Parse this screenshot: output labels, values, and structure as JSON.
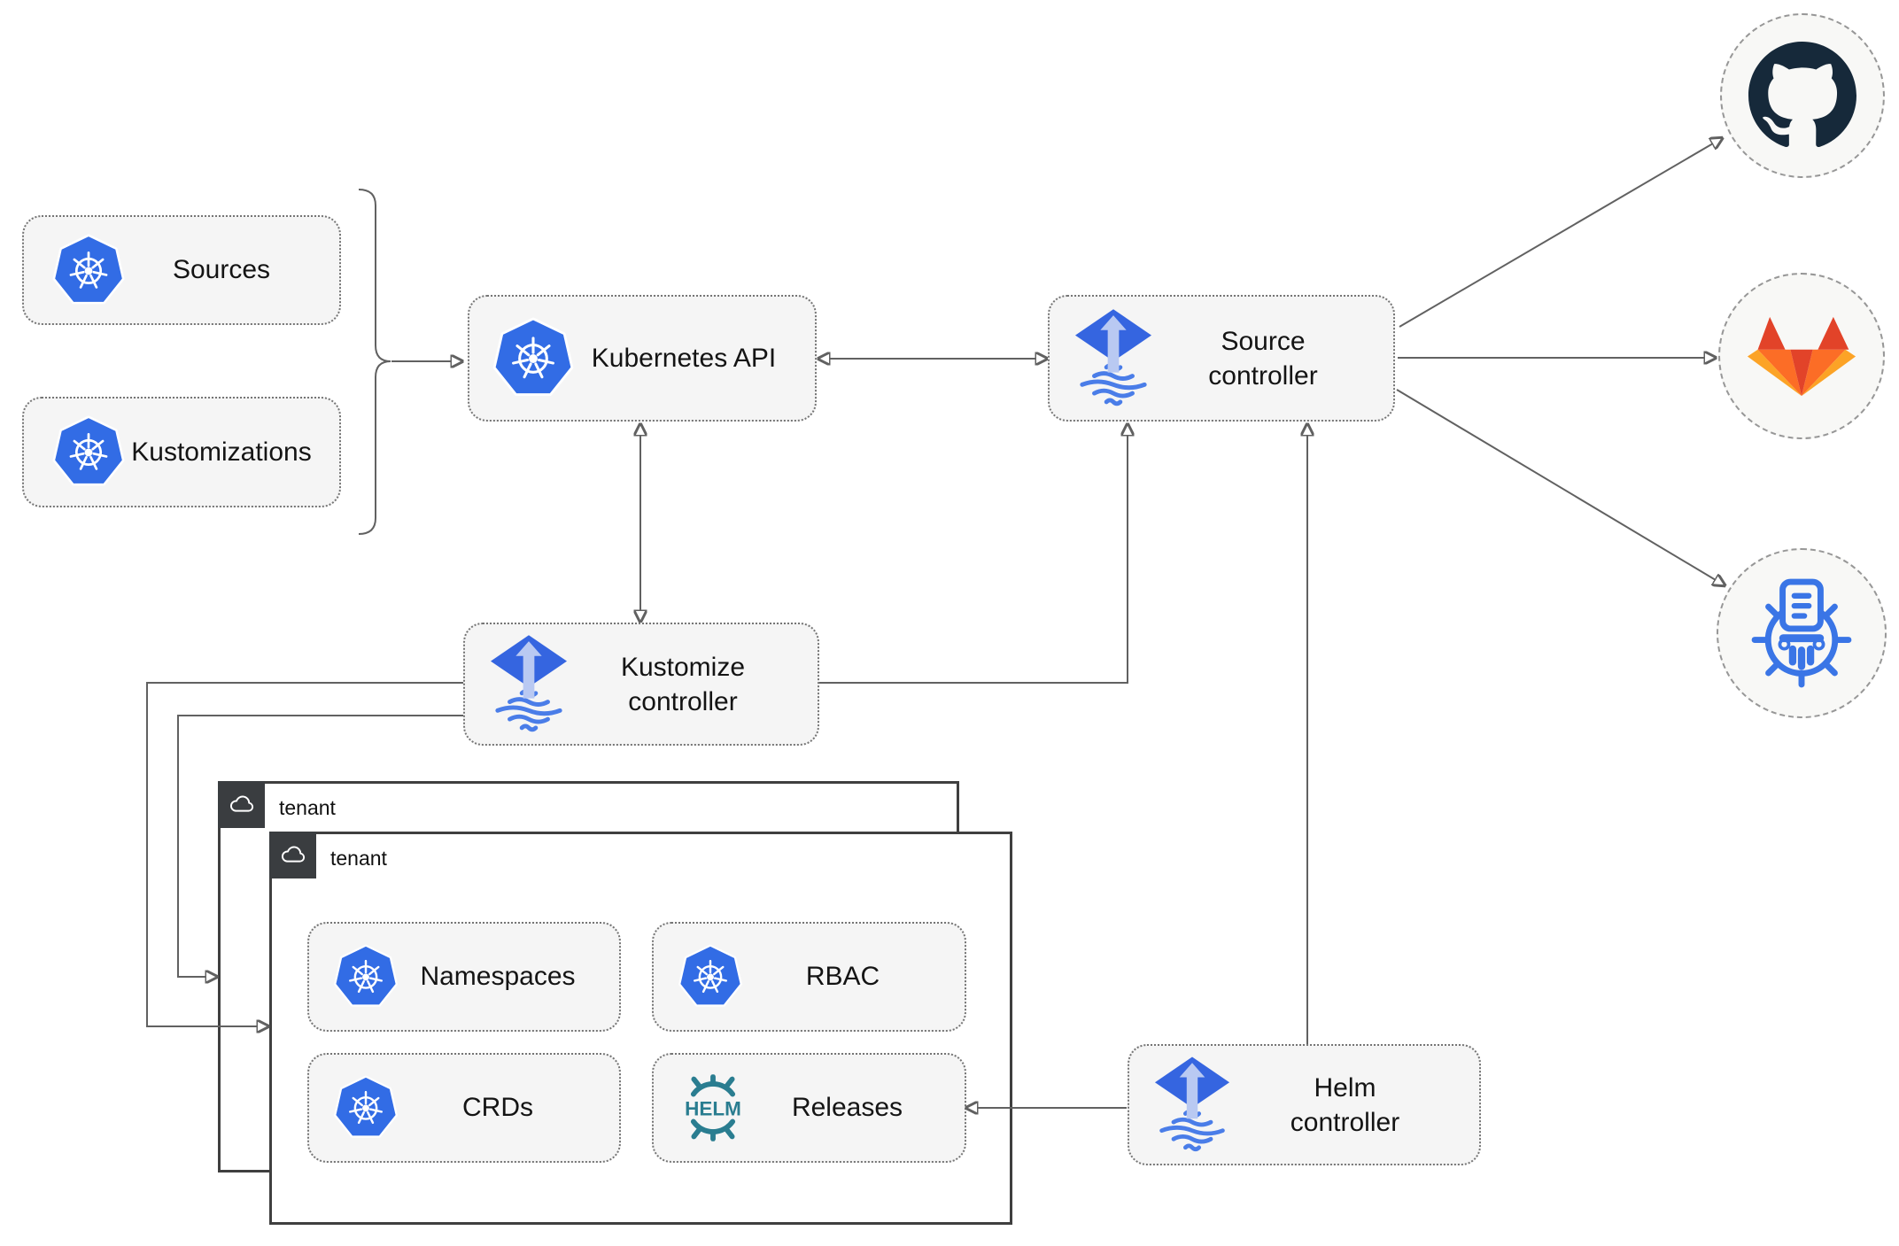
{
  "diagram": {
    "nodes": {
      "sources": {
        "label": "Sources"
      },
      "kustomizations": {
        "label": "Kustomizations"
      },
      "kubernetes_api": {
        "label": "Kubernetes API"
      },
      "source_controller": {
        "line1": "Source",
        "line2": "controller"
      },
      "kustomize_controller": {
        "line1": "Kustomize",
        "line2": "controller"
      },
      "helm_controller": {
        "line1": "Helm",
        "line2": "controller"
      },
      "namespaces": {
        "label": "Namespaces"
      },
      "rbac": {
        "label": "RBAC"
      },
      "crds": {
        "label": "CRDs"
      },
      "releases": {
        "label": "Releases",
        "helm_badge": "HELM"
      }
    },
    "groups": {
      "tenant_back": {
        "label": "tenant"
      },
      "tenant_front": {
        "label": "tenant"
      }
    },
    "external_targets": {
      "github": {
        "icon": "github-icon"
      },
      "gitlab": {
        "icon": "gitlab-icon"
      },
      "chartmuseum": {
        "icon": "chartmuseum-icon"
      }
    },
    "colors": {
      "kubernetes_blue": "#326ce5",
      "flux_diamond_blue": "#3565e0",
      "flux_arrow_light": "#b9c9f2",
      "flux_stripe_blue": "#4a7de8",
      "helm_teal": "#2a7d90",
      "chartmuseum_blue": "#3a75e6",
      "github_dark": "#16293a",
      "gitlab_red": "#e24329",
      "gitlab_orange": "#fc6d26",
      "gitlab_yellow": "#fca326",
      "edge_gray": "#616161",
      "node_fill": "#f5f5f5",
      "tenant_border": "#3f3f3f"
    }
  }
}
